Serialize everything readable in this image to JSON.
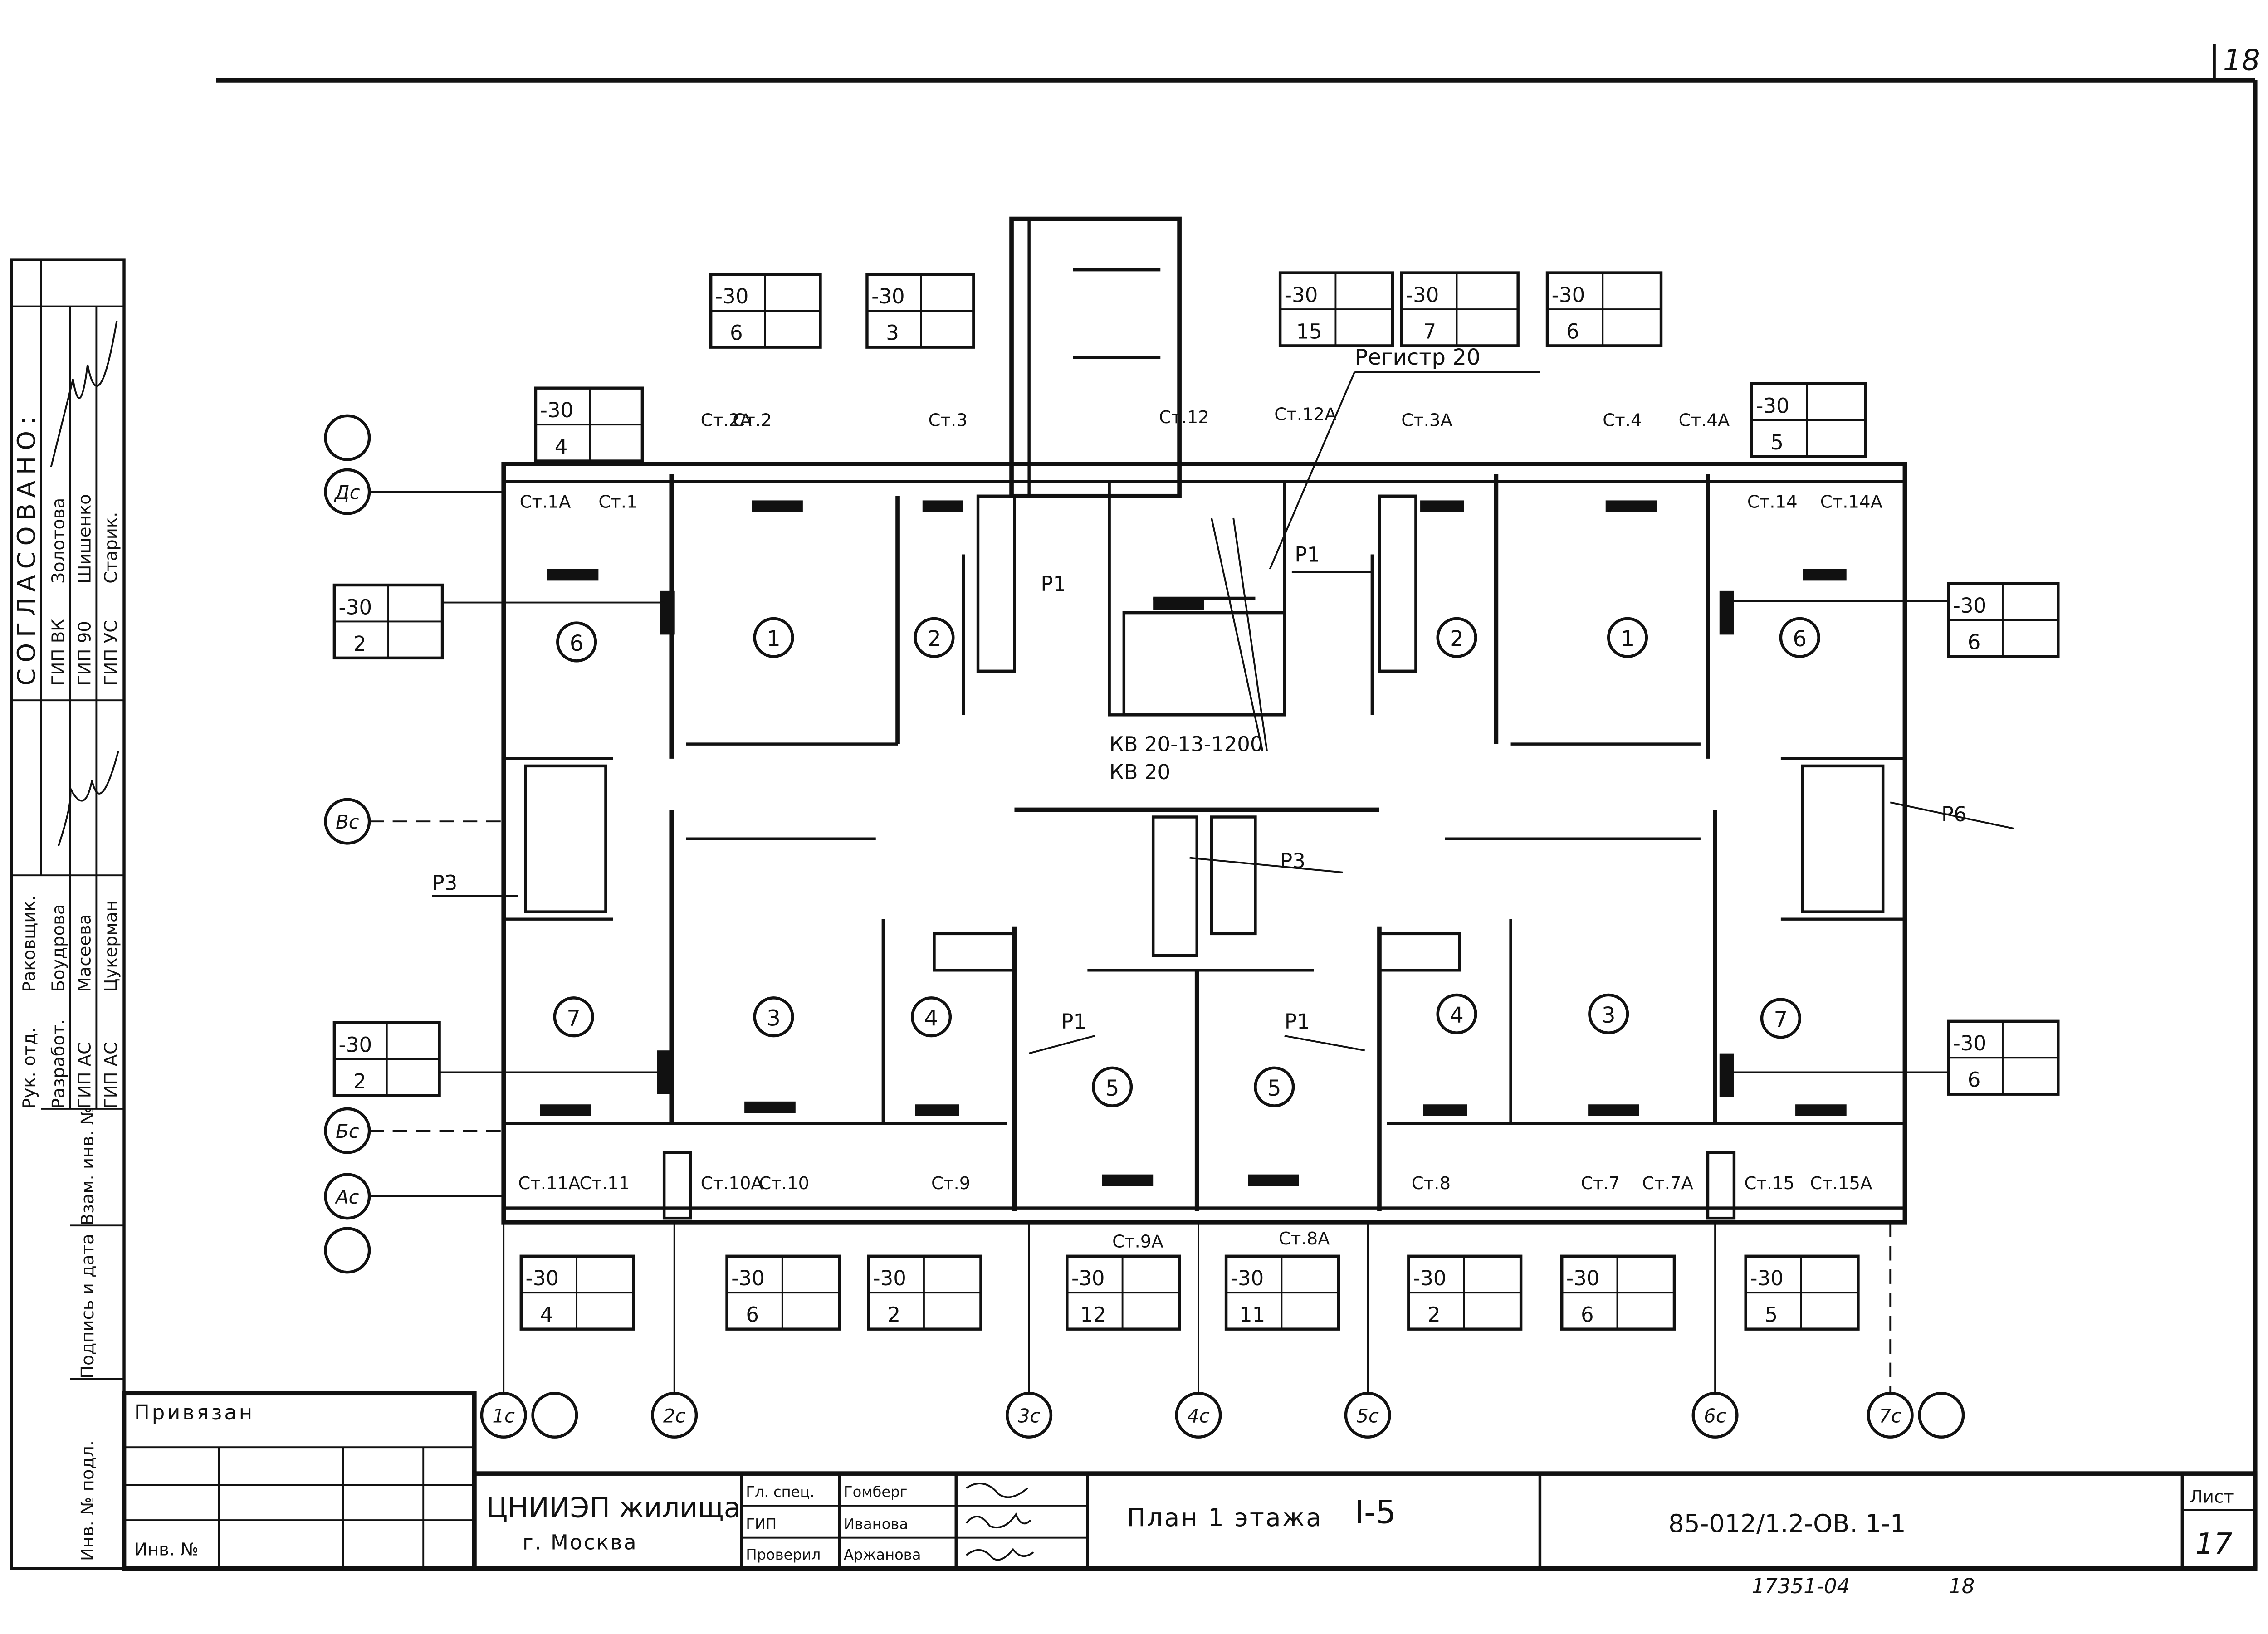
{
  "page_number": "18",
  "stamp": {
    "title": "СОГЛАСОВАНО:",
    "rows": [
      {
        "role": "ГИП ВК",
        "name": "Золотова"
      },
      {
        "role": "ГИП 90",
        "name": "Шишенко"
      },
      {
        "role": "ГИП УС",
        "name": "Старик."
      }
    ]
  },
  "authors": [
    {
      "role": "Рук. отд.",
      "name": "Раковщик."
    },
    {
      "role": "Разработ.",
      "name": "Боудрова"
    },
    {
      "role": "ГИП АС",
      "name": "Масеева"
    },
    {
      "role": "ГИП АС",
      "name": "Цукерман"
    }
  ],
  "left_strip": [
    "Взам. инв. №",
    "Подпись и дата",
    "Инв. № подл."
  ],
  "bound_label": "Привязан",
  "inv_label": "Инв. №",
  "org": {
    "name": "ЦНИИЭП жилища",
    "city": "г. Москва"
  },
  "signoff": [
    {
      "role": "Гл. спец.",
      "name": "Гомберг"
    },
    {
      "role": "ГИП",
      "name": "Иванова"
    },
    {
      "role": "Проверил",
      "name": "Аржанова"
    }
  ],
  "sheet_title": "План 1 этажа",
  "section": "I-5",
  "doc_code": "85-012/1.2-ОВ. 1-1",
  "sheet_label": "Лист",
  "sheet_number": "17",
  "bottom_ids": [
    "17351-04",
    "18"
  ],
  "registr_label": "Регистр 20",
  "valve_labels": [
    "КВ 20-13-1200",
    "КВ 20"
  ],
  "room_numbers": [
    "6",
    "1",
    "2",
    "2",
    "1",
    "6",
    "7",
    "3",
    "4",
    "5",
    "5",
    "4",
    "3",
    "7"
  ],
  "axes": [
    "Дс",
    "Вс",
    "Бс",
    "Ас",
    "1с",
    "2с",
    "3с",
    "4с",
    "5с",
    "6с",
    "7с"
  ],
  "temp_tags": [
    {
      "t": "-30",
      "n": "6"
    },
    {
      "t": "-30",
      "n": "3"
    },
    {
      "t": "-30",
      "n": "15"
    },
    {
      "t": "-30",
      "n": "7"
    },
    {
      "t": "-30",
      "n": "6"
    },
    {
      "t": "-30",
      "n": "4"
    },
    {
      "t": "-30",
      "n": "5"
    },
    {
      "t": "-30",
      "n": "2"
    },
    {
      "t": "-30",
      "n": "6"
    },
    {
      "t": "-30",
      "n": "2"
    },
    {
      "t": "-30",
      "n": "6"
    },
    {
      "t": "-30",
      "n": "4"
    },
    {
      "t": "-30",
      "n": "6"
    },
    {
      "t": "-30",
      "n": "2"
    },
    {
      "t": "-30",
      "n": "12"
    },
    {
      "t": "-30",
      "n": "11"
    },
    {
      "t": "-30",
      "n": "2"
    },
    {
      "t": "-30",
      "n": "6"
    },
    {
      "t": "-30",
      "n": "5"
    }
  ],
  "risers": [
    "Ст.2А",
    "Ст.2",
    "Ст.3",
    "Ст.12",
    "Ст.12А",
    "Ст.3А",
    "Ст.4",
    "Ст.4А",
    "Ст.1А",
    "Ст.1",
    "Ст.14",
    "Ст.14А",
    "Ст.11А",
    "Ст.11",
    "Ст.10А",
    "Ст.10",
    "Ст.9",
    "Ст.9А",
    "Ст.8А",
    "Ст.8",
    "Ст.7",
    "Ст.7А",
    "Ст.15",
    "Ст.15А"
  ],
  "pipe_labels": [
    "Р1",
    "Р1",
    "Р1",
    "Р1",
    "Р3",
    "Р3",
    "Р6"
  ]
}
